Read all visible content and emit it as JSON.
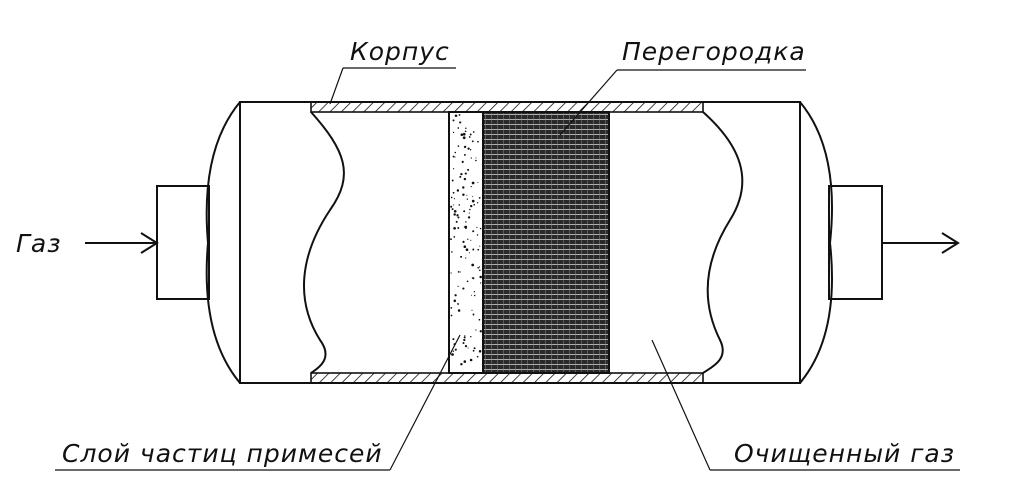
{
  "labels": {
    "housing": "Корпус",
    "partition": "Перегородка",
    "gas_in": "Газ",
    "impurity_layer": "Слой частиц примесей",
    "clean_gas": "Очищенный газ"
  },
  "colors": {
    "ink": "#111111",
    "background": "#ffffff",
    "partition_fill": "#2a2a2a"
  }
}
